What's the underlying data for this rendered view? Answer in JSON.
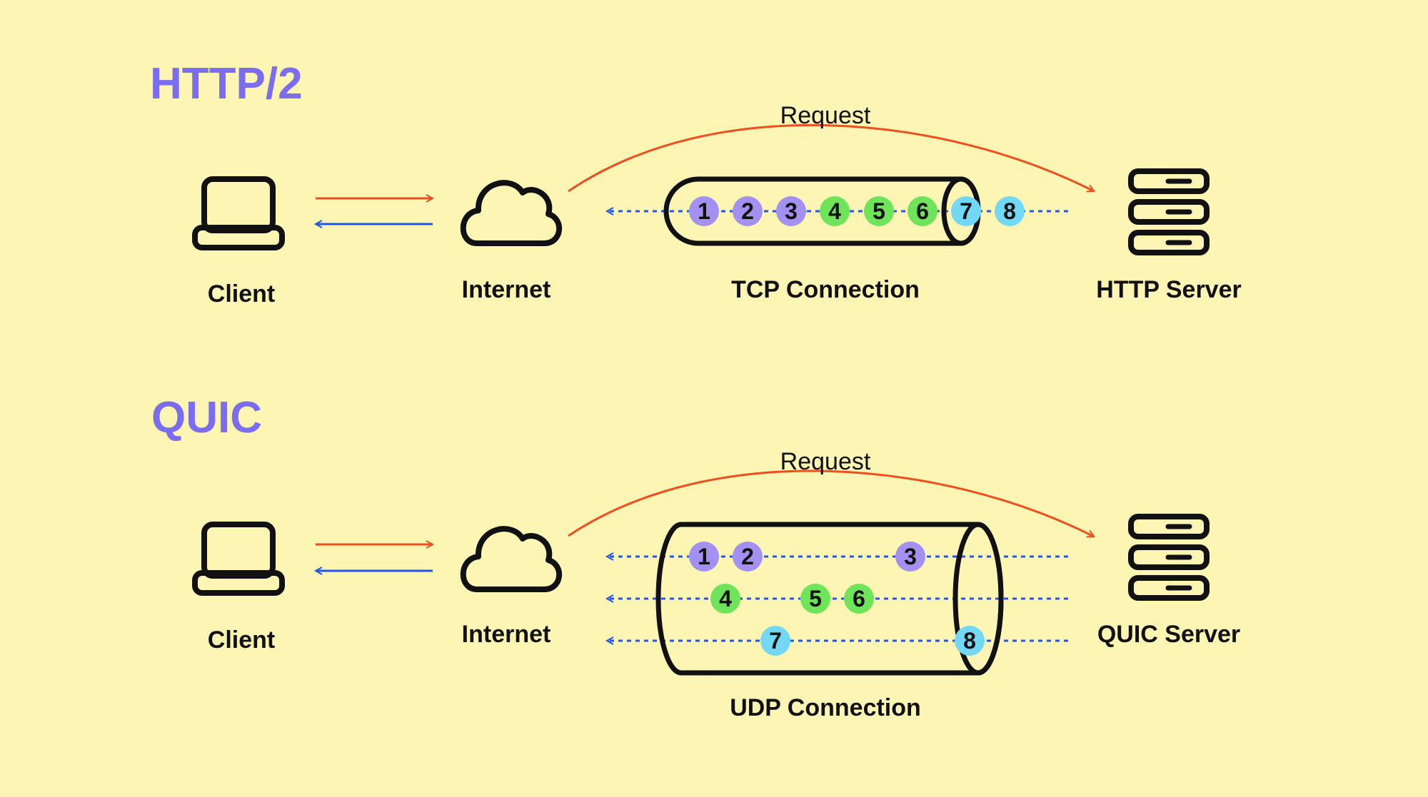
{
  "colors": {
    "background": "#fdf5b4",
    "title": "#7b6cf0",
    "request_arrow": "#f04e1e",
    "response_arrow": "#2255e8",
    "stroke": "#111111",
    "packet_purple": "#a391f2",
    "packet_green": "#6fe35a",
    "packet_cyan": "#72d8f5"
  },
  "http2": {
    "title": "HTTP/2",
    "client_label": "Client",
    "internet_label": "Internet",
    "request_label": "Request",
    "connection_label": "TCP Connection",
    "server_label": "HTTP Server",
    "client_icon": "laptop-icon",
    "internet_icon": "cloud-icon",
    "server_icon": "server-icon",
    "packets": [
      {
        "label": "1",
        "color": "purple"
      },
      {
        "label": "2",
        "color": "purple"
      },
      {
        "label": "3",
        "color": "purple"
      },
      {
        "label": "4",
        "color": "green"
      },
      {
        "label": "5",
        "color": "green"
      },
      {
        "label": "6",
        "color": "green"
      },
      {
        "label": "7",
        "color": "cyan"
      },
      {
        "label": "8",
        "color": "cyan"
      }
    ]
  },
  "quic": {
    "title": "QUIC",
    "client_label": "Client",
    "internet_label": "Internet",
    "request_label": "Request",
    "connection_label": "UDP Connection",
    "server_label": "QUIC Server",
    "client_icon": "laptop-icon",
    "internet_icon": "cloud-icon",
    "server_icon": "server-icon",
    "streams": [
      [
        {
          "label": "1",
          "color": "purple"
        },
        {
          "label": "2",
          "color": "purple"
        },
        {
          "label": "3",
          "color": "purple"
        }
      ],
      [
        {
          "label": "4",
          "color": "green"
        },
        {
          "label": "5",
          "color": "green"
        },
        {
          "label": "6",
          "color": "green"
        }
      ],
      [
        {
          "label": "7",
          "color": "cyan"
        },
        {
          "label": "8",
          "color": "cyan"
        }
      ]
    ]
  }
}
